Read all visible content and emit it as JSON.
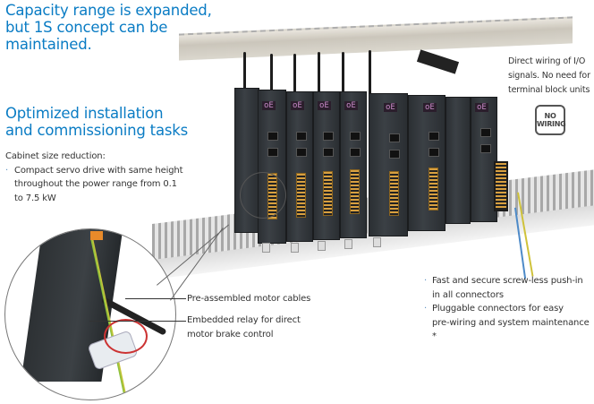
{
  "headline": {
    "lines": [
      "Capacity range is expanded,",
      "but 1S concept can be",
      "maintained."
    ]
  },
  "section": {
    "title_lines": [
      "Optimized installation",
      "and commissioning tasks"
    ],
    "subheading": "Cabinet size reduction:",
    "bullet_marker": "·",
    "bullet_lines": [
      "Compact servo drive with same height",
      "throughout the power range from 0.1",
      "to 7.5 kW"
    ]
  },
  "io_callout": {
    "lines": [
      "Direct wiring of I/O",
      "signals. No need for",
      "terminal block units"
    ],
    "badge_lines": [
      "NO",
      "WIRING"
    ]
  },
  "detail_callouts": [
    {
      "lines": [
        "Pre-assembled motor cables"
      ]
    },
    {
      "lines": [
        "Embedded relay for direct",
        "motor brake control"
      ]
    }
  ],
  "connector_bullets": [
    {
      "lines": [
        "Fast and secure screw-less push-in",
        "in all connectors"
      ]
    },
    {
      "lines": [
        "Pluggable connectors for easy",
        "pre-wiring and system maintenance *"
      ]
    }
  ],
  "product": {
    "display_text": "oE",
    "colors": {
      "accent": "#0a7cc4",
      "module": "#33383d",
      "connector": "#d8a040",
      "lcd": "#c98bc9"
    }
  }
}
